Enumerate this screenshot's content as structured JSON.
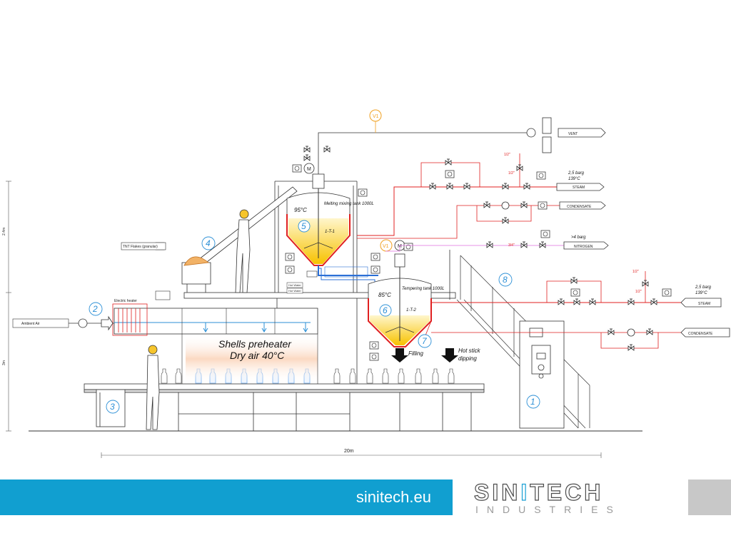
{
  "labels": {
    "v1_top": "V1",
    "v1_mid": "V1",
    "motor_top": "M",
    "motor_mid": "M",
    "vent": "VENT",
    "steam_top_pressure": "2,5 barg",
    "steam_top_temp": "139°C",
    "steam_top": "STEAM",
    "condensate_top": "CONDENSATE",
    "nitrogen_pressure": ">4 barg",
    "nitrogen": "NITROGEN",
    "steam_right_pressure": "2,5 barg",
    "steam_right_temp": "139°C",
    "steam_right": "STEAM",
    "condensate_right": "CONDENSATE",
    "half_inch_1": "1/2\"",
    "half_inch_2": "1/2\"",
    "three_quarter": "3/4\"",
    "half_inch_3": "1/2\"",
    "half_inch_4": "1/2\"",
    "melting_temp": "95°C",
    "melting_name": "Melting mixing tank 1000L",
    "melting_tag": "1-T-1",
    "tempering_temp": "85°C",
    "tempering_name": "Tempering tank 1000L",
    "tempering_tag": "1-T-2",
    "tnt_flakes": "TNT Flakes (granular)",
    "ambient_air": "Ambient Air",
    "electric_heater": "Electric heater",
    "hot_water_1": "Hot Water",
    "hot_water_2": "Hot Water",
    "shells_preheater": "Shells preheater",
    "dry_air": "Dry air 40°C",
    "filling": "Filling",
    "hot_stick_1": "Hot stick",
    "hot_stick_2": "dipping",
    "height_24": "2.4m",
    "height_3": "3m",
    "length_20": "20m"
  },
  "numbers": {
    "n1": "1",
    "n2": "2",
    "n3": "3",
    "n4": "4",
    "n5": "5",
    "n6": "6",
    "n7": "7",
    "n8": "8"
  },
  "footer": {
    "url": "sinitech.eu",
    "logo_main_a": "SIN",
    "logo_main_b": "I",
    "logo_main_c": "TECH",
    "logo_sub": "INDUSTRIES"
  },
  "colors": {
    "blue": "#2b8fd6",
    "red": "#e02020",
    "orange": "#f0a020",
    "footer_blue": "#119fd0"
  }
}
